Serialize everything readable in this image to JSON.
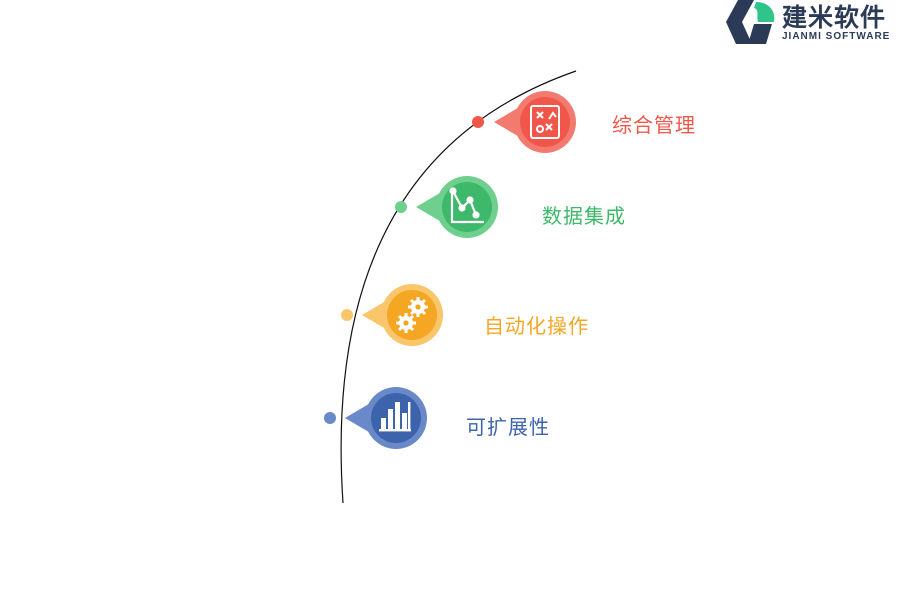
{
  "logo": {
    "title": "建米软件",
    "subtitle": "JIANMI SOFTWARE",
    "colors": {
      "dark": "#2b3b57",
      "green": "#2ec48a"
    }
  },
  "items": [
    {
      "label": "综合管理",
      "icon": "strategy-board-icon",
      "color": "#f0574a",
      "light": "#f37a6f"
    },
    {
      "label": "数据集成",
      "icon": "line-chart-icon",
      "color": "#3eb86a",
      "light": "#6fd08e"
    },
    {
      "label": "自动化操作",
      "icon": "gears-icon",
      "color": "#f5a623",
      "light": "#f9c66c"
    },
    {
      "label": "可扩展性",
      "icon": "bar-chart-icon",
      "color": "#3e63ad",
      "light": "#6a89c8"
    }
  ]
}
